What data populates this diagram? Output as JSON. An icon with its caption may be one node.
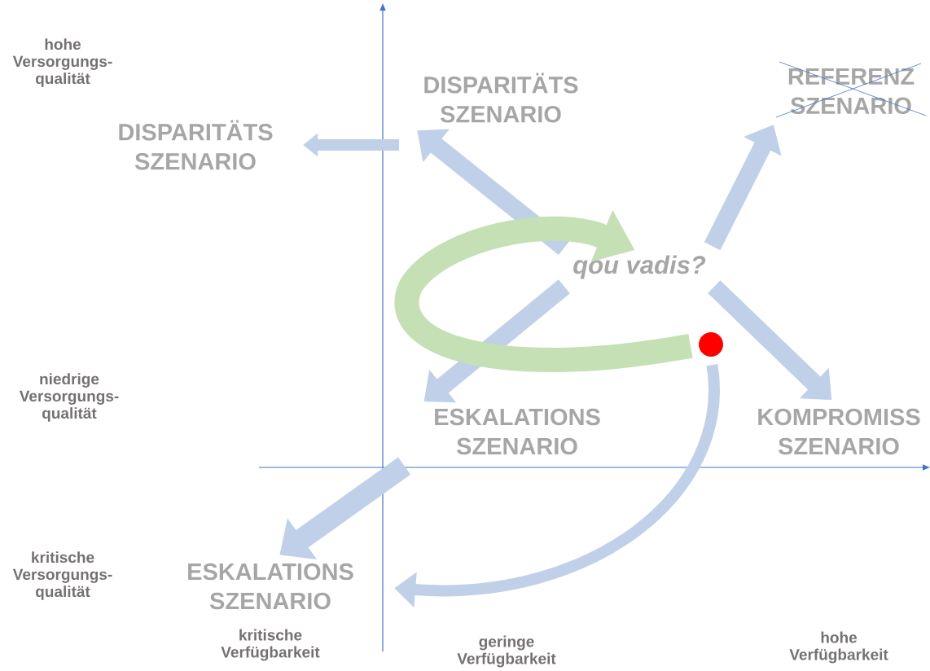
{
  "diagram": {
    "nodes": [
      {
        "text": [
          "qou vadis?"
        ]
      },
      {
        "text": [
          "DISPARITÄTS SZENARIO"
        ]
      },
      {
        "text": [
          "DISPARITÄTS SZENARIO"
        ]
      },
      {
        "text": [
          "REFERENZ SZENARIO"
        ]
      },
      {
        "text": [
          "ESKALATIONS SZENARIO"
        ]
      },
      {
        "text": [
          "KOMPROMISS SZENARIO"
        ]
      },
      {
        "text": [
          "ESKALATIONS SZENARIO"
        ]
      },
      {
        "text": [],
        "shape": "circle"
      }
    ],
    "edges": [
      {
        "from": 0,
        "to": 2,
        "arrow": "to"
      },
      {
        "from": 0,
        "to": 3,
        "arrow": "to"
      },
      {
        "from": 0,
        "to": 4,
        "arrow": "to"
      },
      {
        "from": 0,
        "to": 5,
        "arrow": "to"
      },
      {
        "from": null,
        "to": 1,
        "arrow": "to"
      },
      {
        "from": 4,
        "to": 6,
        "arrow": "to"
      },
      {
        "from": 7,
        "to": 6,
        "arrow": "to"
      },
      {
        "from": 7,
        "to": 0,
        "arrow": "to",
        "color": "#c5e0b4"
      }
    ],
    "labels": [
      "hohe Versorgungs- qualität",
      "niedrige Versorgungs- qualität",
      "kritische Versorgungs- qualität",
      "kritische Verfügbarkeit",
      "geringe Verfügbarkeit",
      "hohe Verfügbarkeit"
    ]
  }
}
